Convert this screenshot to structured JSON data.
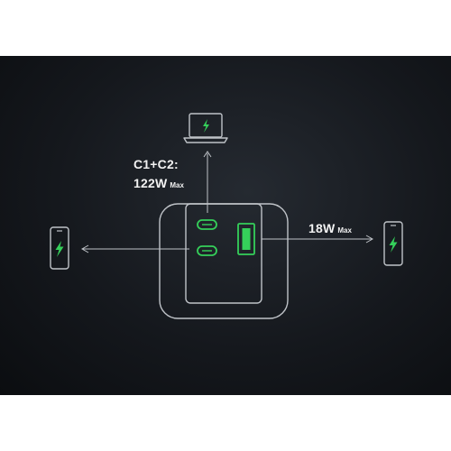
{
  "diagram": {
    "combined_ports": "C1+C2:",
    "combined_power": "122W",
    "combined_power_suffix": "Max",
    "usb_a_power": "18W",
    "usb_a_power_suffix": "Max"
  },
  "colors": {
    "background": "#15181d",
    "outline": "#bfc3c8",
    "accent": "#35d05a",
    "text": "#f2f2f2"
  },
  "icons": [
    "laptop-icon",
    "phone-icon",
    "charging-bolt-icon",
    "charger-icon",
    "usb-c-port-icon",
    "usb-a-port-icon"
  ]
}
